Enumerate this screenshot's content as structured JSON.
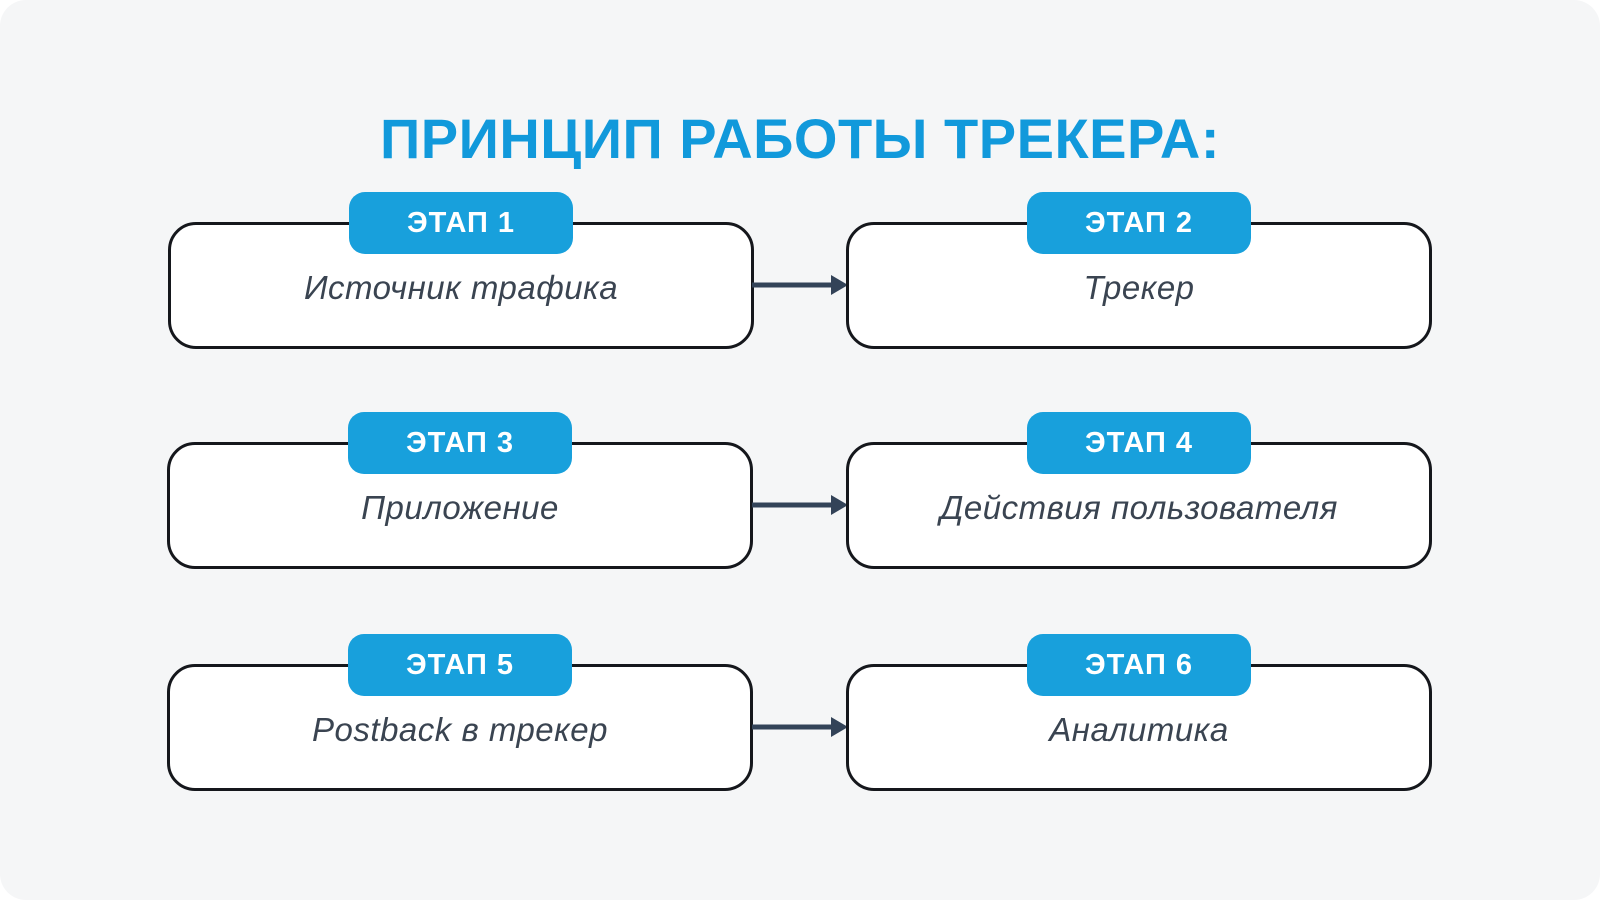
{
  "title": "ПРИНЦИП РАБОТЫ ТРЕКЕРА:",
  "colors": {
    "title_blue": "#1199db",
    "accent_blue": "#18a0dc",
    "badge_text": "#ffffff",
    "label_text": "#3a4451",
    "box_border": "#15171c",
    "box_fill": "#ffffff",
    "arrow": "#334358",
    "background": "#f5f6f7"
  },
  "stages": [
    {
      "badge": "ЭТАП 1",
      "label": "Источник трафика"
    },
    {
      "badge": "ЭТАП 2",
      "label": "Трекер"
    },
    {
      "badge": "ЭТАП 3",
      "label": "Приложение"
    },
    {
      "badge": "ЭТАП 4",
      "label": "Действия пользователя"
    },
    {
      "badge": "ЭТАП 5",
      "label": "Postback в трекер"
    },
    {
      "badge": "ЭТАП 6",
      "label": "Аналитика"
    }
  ]
}
